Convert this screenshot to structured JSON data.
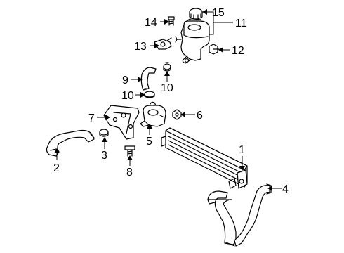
{
  "callouts": {
    "c1": "1",
    "c2": "2",
    "c3": "3",
    "c4": "4",
    "c5": "5",
    "c6": "6",
    "c7": "7",
    "c8": "8",
    "c9": "9",
    "c10a": "10",
    "c10b": "10",
    "c11": "11",
    "c12": "12",
    "c13": "13",
    "c14": "14",
    "c15": "15"
  }
}
